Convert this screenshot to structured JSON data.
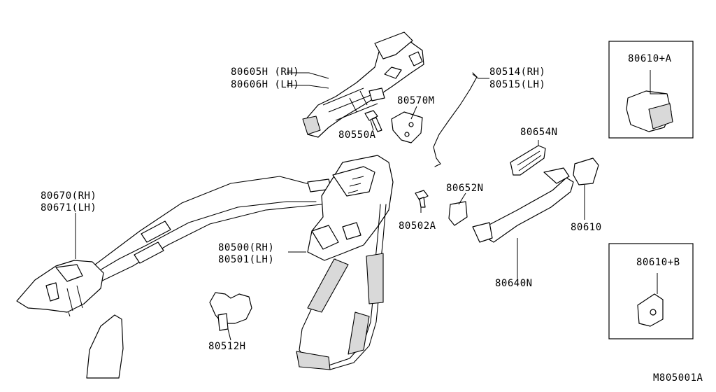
{
  "labels": {
    "p80605": "80605H (RH)",
    "p80606": "80606H (LH)",
    "p80570": "80570M",
    "p80550": "80550A",
    "p80514": "80514(RH)",
    "p80515": "80515(LH)",
    "p80654": "80654N",
    "p80652": "80652N",
    "p80502": "80502A",
    "p80670": "80670(RH)",
    "p80671": "80671(LH)",
    "p80500": "80500(RH)",
    "p80501": "80501(LH)",
    "p80610": "80610",
    "p80640": "80640N",
    "p80512": "80512H",
    "p80610a": "80610+A",
    "p80610b": "80610+B",
    "diagram_code": "M805001A"
  }
}
